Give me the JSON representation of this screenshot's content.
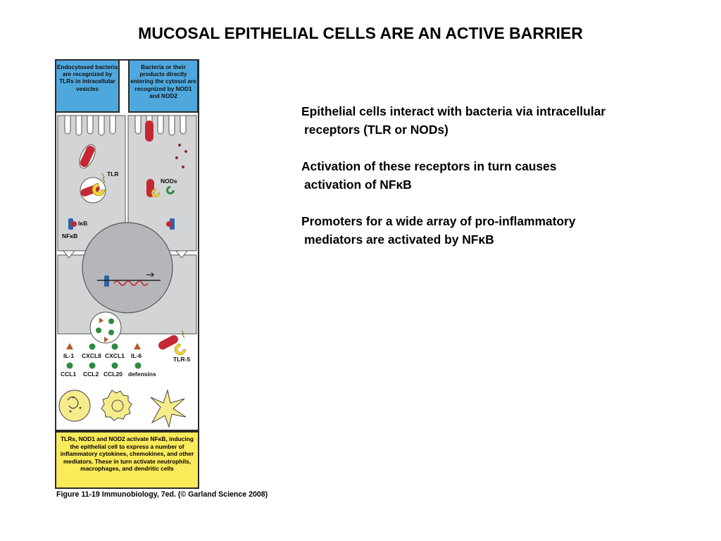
{
  "title": "MUCOSAL EPITHELIAL CELLS ARE AN ACTIVE BARRIER",
  "figure": {
    "box_left": "Endocytosed bacteria are recognized by TLRs in intracellular vesicles",
    "box_right": "Bacteria or their products directly entering the cytosol are recognized by NOD1 and NOD2",
    "labels": {
      "tlr": "TLR",
      "nods": "NODs",
      "ikb": "IκB",
      "nfkb": "NFκB",
      "il1": "IL-1",
      "cxcl8": "CXCL8",
      "cxcl1": "CXCL1",
      "il6": "IL-6",
      "ccl1": "CCL1",
      "ccl2": "CCL2",
      "ccl20": "CCL20",
      "defensins": "defensins",
      "tlr5": "TLR-5"
    },
    "box_bottom": "TLRs, NOD1 and NOD2 activate NFκB, inducing the epithelial cell to express a number of inflammatory cytokines, chemokines, and other mediators. These in turn activate neutrophils, macrophages, and dendritic cells",
    "caption": "Figure 11-19 Immunobiology, 7ed. (© Garland Science 2008)",
    "colors": {
      "blue_box": "#4fa8dd",
      "yellow_box": "#fbea5a",
      "cell_gray": "#d3d4d6",
      "bacteria_red": "#c62832",
      "tlr_yellow": "#f3d23a",
      "chemokine_green": "#2f8a3c",
      "cytokine_brown": "#b2572d",
      "ikb_blue": "#2f62a6"
    }
  },
  "notes": [
    {
      "line1": "Epithelial cells interact with bacteria via intracellular",
      "line2": "receptors (TLR or NODs)"
    },
    {
      "line1": "Activation of these receptors in turn causes",
      "line2": "activation of NFκB"
    },
    {
      "line1": "Promoters for a wide array of pro-inflammatory",
      "line2": "mediators are activated by NFκB"
    }
  ]
}
